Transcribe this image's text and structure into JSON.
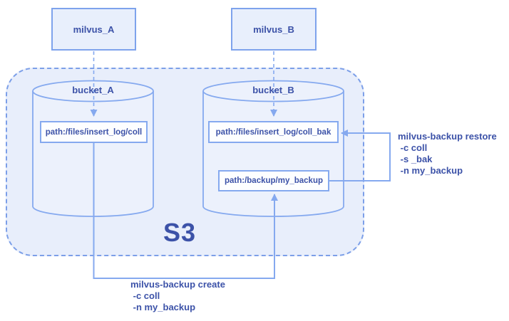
{
  "nodes": {
    "milvus_a": {
      "label": "milvus_A"
    },
    "milvus_b": {
      "label": "milvus_B"
    },
    "bucket_a": {
      "label": "bucket_A"
    },
    "bucket_b": {
      "label": "bucket_B"
    },
    "s3": {
      "label": "S3"
    },
    "path_coll": {
      "label": "path:/files/insert_log/coll"
    },
    "path_coll_bak": {
      "label": "path:/files/insert_log/coll_bak"
    },
    "path_my_backup": {
      "label": "path:/backup/my_backup"
    }
  },
  "commands": {
    "restore": {
      "lines": [
        "milvus-backup restore",
        " -c coll",
        " -s _bak",
        " -n my_backup"
      ]
    },
    "create": {
      "lines": [
        "milvus-backup create",
        " -c coll",
        " -n my_backup"
      ]
    }
  },
  "colors": {
    "text": "#3c52a8",
    "stroke": "#85a9ef",
    "dashed_border": "#7c9fe8",
    "container_fill": "#e8eefb",
    "cylinder_fill": "#ecf1fc",
    "milvus_node_fill": "#e8effc",
    "path_box_fill": "#fdfeff"
  }
}
